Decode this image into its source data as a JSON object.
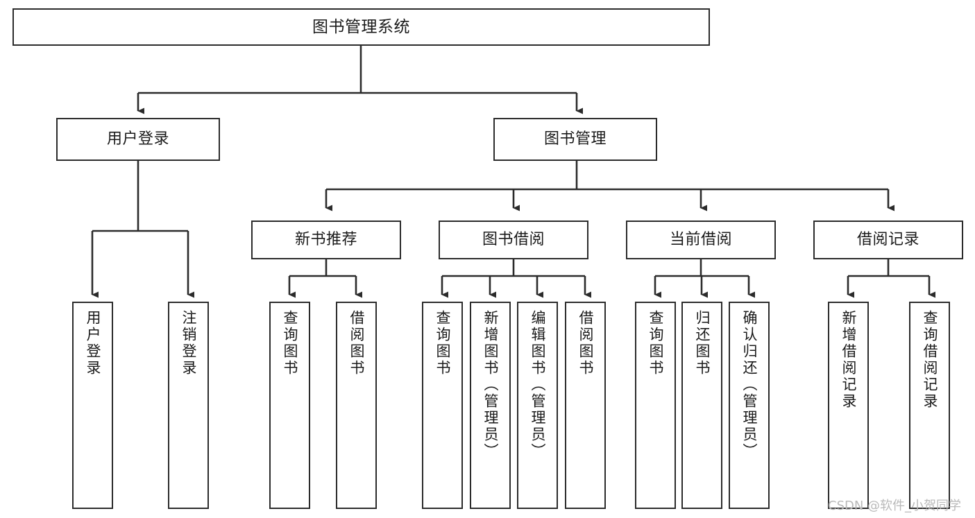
{
  "diagram": {
    "title": "图书管理系统",
    "type": "tree-hierarchy",
    "watermark": "CSDN @软件_小贺同学",
    "root": {
      "label": "图书管理系统"
    },
    "level2": [
      {
        "label": "用户登录"
      },
      {
        "label": "图书管理"
      }
    ],
    "level3": [
      {
        "label": "新书推荐"
      },
      {
        "label": "图书借阅"
      },
      {
        "label": "当前借阅"
      },
      {
        "label": "借阅记录"
      }
    ],
    "leaves": {
      "user_login": [
        {
          "label": "用户登录"
        },
        {
          "label": "注销登录"
        }
      ],
      "new_book_recommend": [
        {
          "label": "查询图书"
        },
        {
          "label": "借阅图书"
        }
      ],
      "book_borrow": [
        {
          "label": "查询图书"
        },
        {
          "label": "新增图书（管理员）"
        },
        {
          "label": "编辑图书（管理员）"
        },
        {
          "label": "借阅图书"
        }
      ],
      "current_borrow": [
        {
          "label": "查询图书"
        },
        {
          "label": "归还图书"
        },
        {
          "label": "确认归还（管理员）"
        }
      ],
      "borrow_record": [
        {
          "label": "新增借阅记录"
        },
        {
          "label": "查询借阅记录"
        }
      ]
    }
  },
  "colors": {
    "stroke": "#2b2b2b",
    "fill": "#ffffff",
    "text": "#1a1a1a",
    "watermark": "#b9b9b9"
  }
}
